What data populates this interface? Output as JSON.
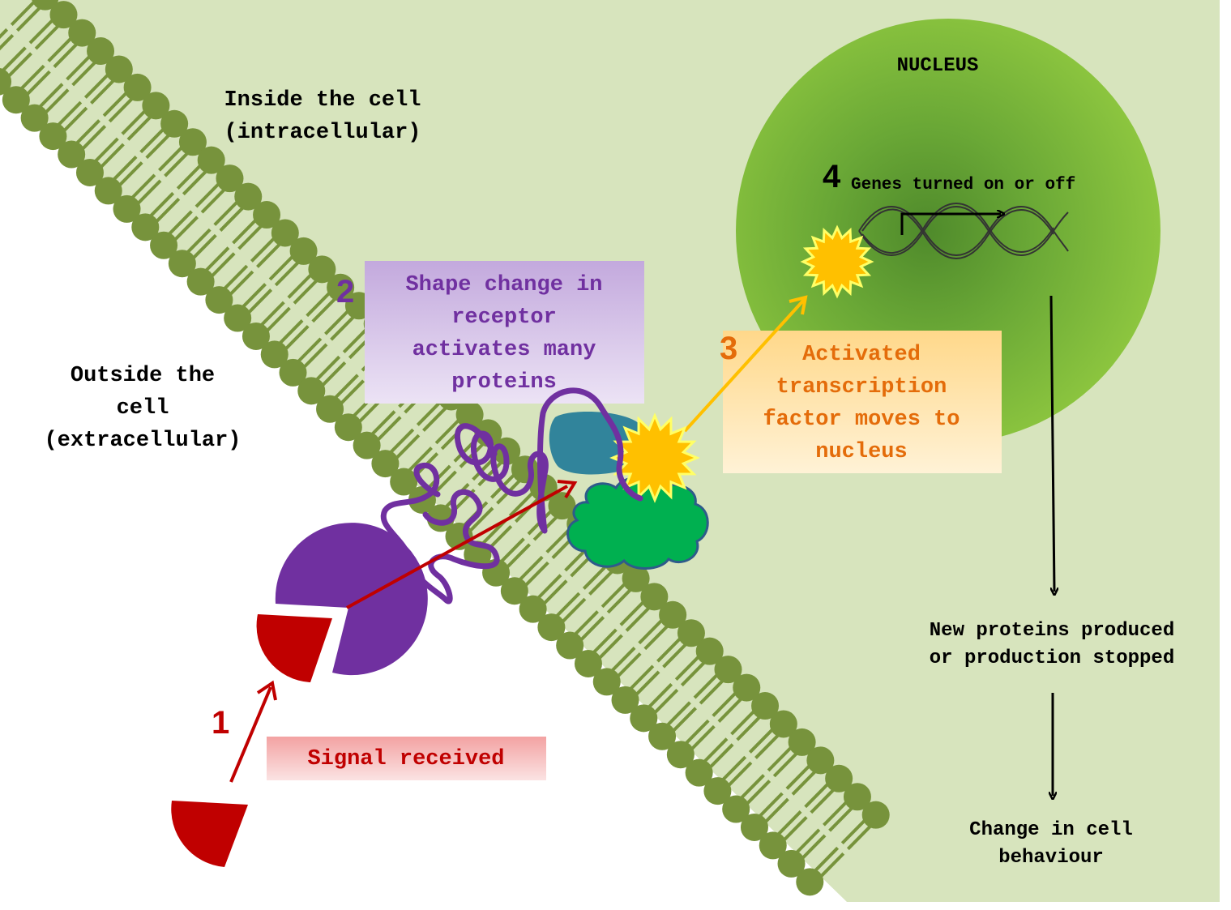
{
  "labels": {
    "inside_line1": "Inside the cell",
    "inside_line2": "(intracellular)",
    "outside_line1": "Outside the",
    "outside_line2": "cell",
    "outside_line3": "(extracellular)",
    "nucleus": "NUCLEUS",
    "genes": "Genes turned on or off",
    "new_proteins_line1": "New proteins produced",
    "new_proteins_line2": "or production stopped",
    "change_line1": "Change in cell",
    "change_line2": "behaviour"
  },
  "steps": [
    {
      "number": "1",
      "lines": [
        "Signal received"
      ]
    },
    {
      "number": "2",
      "lines": [
        "Shape change in",
        "receptor",
        "activates many",
        "proteins"
      ]
    },
    {
      "number": "3",
      "lines": [
        "Activated",
        "transcription",
        "factor moves to",
        "nucleus"
      ]
    },
    {
      "number": "4"
    }
  ],
  "colors": {
    "cytoplasm": "#d7e4bd",
    "membrane_head": "#77933c",
    "nucleus_outer": "#8dc63f",
    "nucleus_inner": "#4f8a2b",
    "signal": "#c00000",
    "receptor": "#7030a0",
    "step2_box": "#c3a9dd",
    "step3_box": "#ffd88a",
    "step3_text": "#e46c0a",
    "transcription_factor": "#ffc000",
    "protein_teal": "#31849b",
    "protein_green": "#00b050"
  },
  "icons": [
    "signal-molecule-icon",
    "receptor-icon",
    "transcription-factor-icon",
    "dna-helix-icon",
    "membrane-icon"
  ]
}
